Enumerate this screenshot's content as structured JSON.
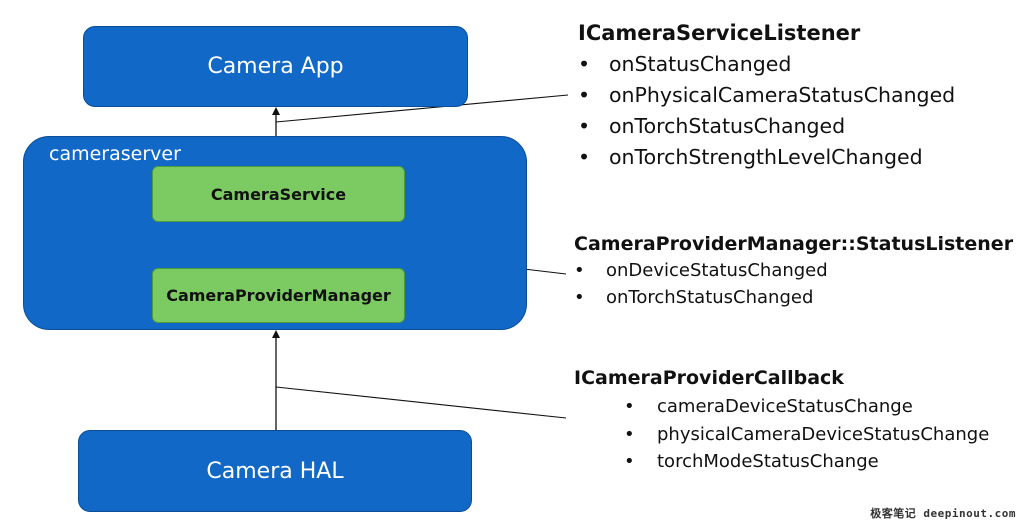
{
  "nodes": {
    "camera_app": "Camera App",
    "cameraserver": "cameraserver",
    "camera_service": "CameraService",
    "camera_provider_manager": "CameraProviderManager",
    "camera_hal": "Camera HAL"
  },
  "panels": {
    "service_listener": {
      "title": "ICameraServiceListener",
      "items": [
        "onStatusChanged",
        "onPhysicalCameraStatusChanged",
        "onTorchStatusChanged",
        "onTorchStrengthLevelChanged"
      ]
    },
    "status_listener": {
      "title": "CameraProviderManager::StatusListener",
      "items": [
        "onDeviceStatusChanged",
        "onTorchStatusChanged"
      ]
    },
    "provider_callback": {
      "title": "ICameraProviderCallback",
      "items": [
        "cameraDeviceStatusChange",
        "physicalCameraDeviceStatusChange",
        "torchModeStatusChange"
      ]
    }
  },
  "watermark": "极客笔记 deepinout.com",
  "colors": {
    "blue_box": "#1168c7",
    "green_box": "#7ccb62",
    "text": "#111111",
    "line": "#111111"
  }
}
